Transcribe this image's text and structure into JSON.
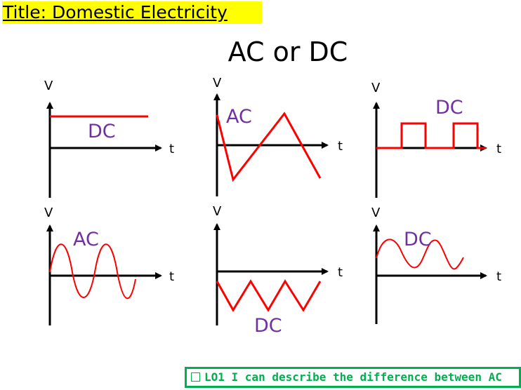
{
  "title": "Title: Domestic Electricity",
  "heading": "AC or DC",
  "graphs": [
    {
      "v_label": "V",
      "t_label": "t",
      "type_label": "DC"
    },
    {
      "v_label": "V",
      "t_label": "t",
      "type_label": "AC"
    },
    {
      "v_label": "V",
      "t_label": "t",
      "type_label": "DC"
    },
    {
      "v_label": "V",
      "t_label": "t",
      "type_label": "AC"
    },
    {
      "v_label": "V",
      "t_label": "t",
      "type_label": "DC"
    },
    {
      "v_label": "V",
      "t_label": "t",
      "type_label": "DC"
    }
  ],
  "objective": {
    "text": "LO1 I can describe the difference between AC"
  },
  "colors": {
    "highlight": "#ffff00",
    "signal": "#ff0000",
    "label": "#7030a0",
    "objective": "#00b050"
  }
}
